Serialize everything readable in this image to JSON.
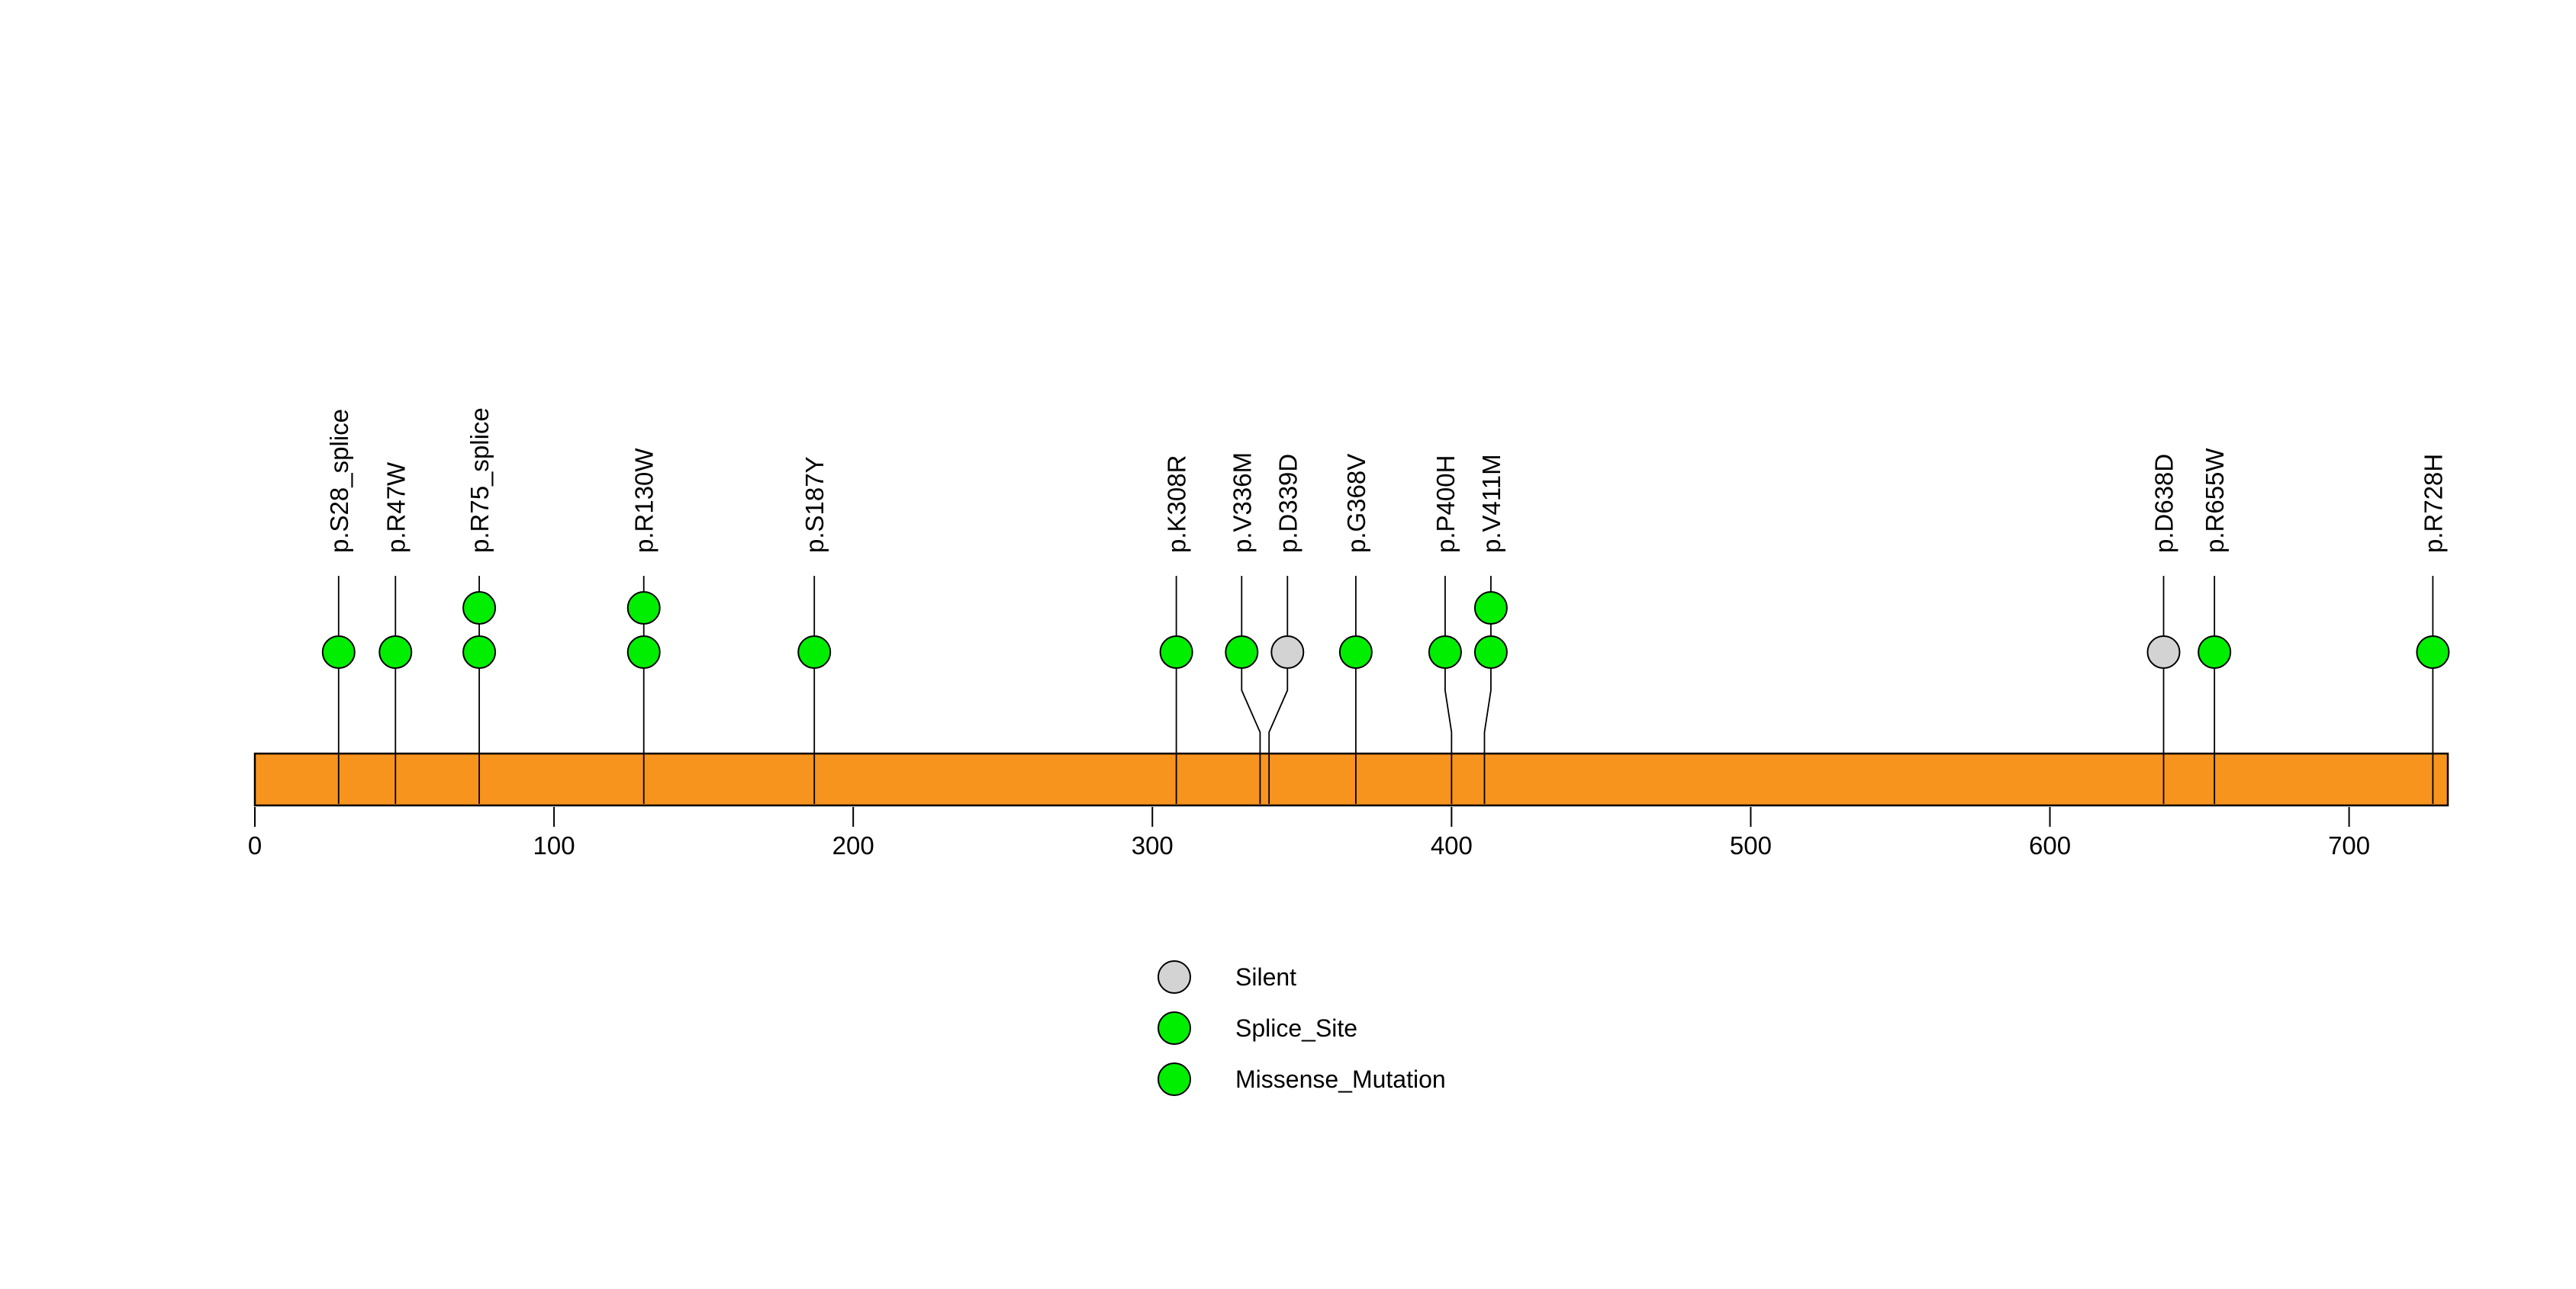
{
  "figure": {
    "background_color": "#FFFFFF"
  },
  "chart_data": {
    "type": "lollipop",
    "title": "",
    "xlabel": "",
    "ylabel": "",
    "xaxis": {
      "min": 0,
      "max": 733,
      "ticks": [
        0,
        100,
        200,
        300,
        400,
        500,
        600,
        700
      ]
    },
    "protein_backbone": {
      "start": 0,
      "end": 733,
      "fill_color": "#F7941E",
      "border_color": "#000000"
    },
    "mutation_type_colors": {
      "Silent": "#D3D3D3",
      "Splice_Site": "#00EE00",
      "Missense_Mutation": "#00EE00"
    },
    "mutations": [
      {
        "label": "p.S28_splice",
        "position": 28,
        "count": 1,
        "type": "Splice_Site"
      },
      {
        "label": "p.R47W",
        "position": 47,
        "count": 1,
        "type": "Missense_Mutation"
      },
      {
        "label": "p.R75_splice",
        "position": 75,
        "count": 2,
        "type": "Splice_Site"
      },
      {
        "label": "p.R130W",
        "position": 130,
        "count": 2,
        "type": "Missense_Mutation"
      },
      {
        "label": "p.S187Y",
        "position": 187,
        "count": 1,
        "type": "Missense_Mutation"
      },
      {
        "label": "p.K308R",
        "position": 308,
        "count": 1,
        "type": "Missense_Mutation"
      },
      {
        "label": "p.V336M",
        "position": 336,
        "count": 1,
        "type": "Missense_Mutation"
      },
      {
        "label": "p.D339D",
        "position": 339,
        "count": 1,
        "type": "Silent"
      },
      {
        "label": "p.G368V",
        "position": 368,
        "count": 1,
        "type": "Missense_Mutation"
      },
      {
        "label": "p.P400H",
        "position": 400,
        "count": 1,
        "type": "Missense_Mutation"
      },
      {
        "label": "p.V411M",
        "position": 411,
        "count": 2,
        "type": "Missense_Mutation"
      },
      {
        "label": "p.D638D",
        "position": 638,
        "count": 1,
        "type": "Silent"
      },
      {
        "label": "p.R655W",
        "position": 655,
        "count": 1,
        "type": "Missense_Mutation"
      },
      {
        "label": "p.R728H",
        "position": 728,
        "count": 1,
        "type": "Missense_Mutation"
      }
    ],
    "legend": {
      "position": "bottom-center",
      "items": [
        {
          "label": "Silent",
          "color": "#D3D3D3"
        },
        {
          "label": "Splice_Site",
          "color": "#00EE00"
        },
        {
          "label": "Missense_Mutation",
          "color": "#00EE00"
        }
      ]
    }
  }
}
